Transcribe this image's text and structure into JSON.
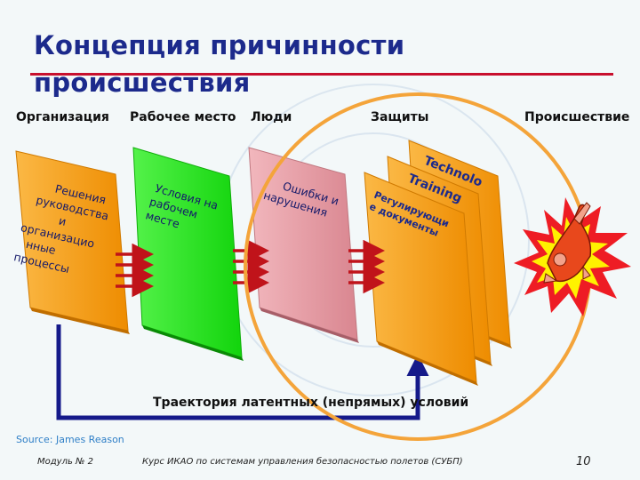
{
  "title": "Концепция причинности происшествия",
  "columns": {
    "organization": "Организация",
    "workplace": "Рабочее место",
    "people": "Люди",
    "defenses": "Защиты",
    "accident": "Происшествие"
  },
  "panels": {
    "organization": [
      "Решения",
      "руководства",
      "и",
      "организацио",
      "нные",
      "процессы"
    ],
    "workplace": [
      "Условия на",
      "рабочем",
      "месте"
    ],
    "people": [
      "Ошибки и",
      "нарушения"
    ],
    "defense_back": "Technolo",
    "defense_mid": "Training",
    "defense_front": [
      "Регулирующи",
      "е документы"
    ]
  },
  "trajectory_label": "Траектория латентных (непрямых) условий",
  "source": "Source: James Reason",
  "footer": {
    "module": "Модуль № 2",
    "course": "Курс ИКАО по системам управления безопасностью полетов (СУБП)",
    "page": "10"
  },
  "colors": {
    "title": "#1c2a8c",
    "title_rule": "#c8102e",
    "organization_panel": "#f7a21b",
    "workplace_panel": "#22e81c",
    "people_panel": "#e6a0a8",
    "defense_panel": "#f7a21b",
    "arrow": "#c0131a",
    "trajectory_arrow": "#151a8a",
    "circle": "#f4a43a",
    "explosion_outer": "#ee1c24",
    "explosion_inner": "#fff200",
    "source_text": "#2f7fc7"
  },
  "icons": [
    "explosion-icon",
    "falling-person-icon"
  ]
}
